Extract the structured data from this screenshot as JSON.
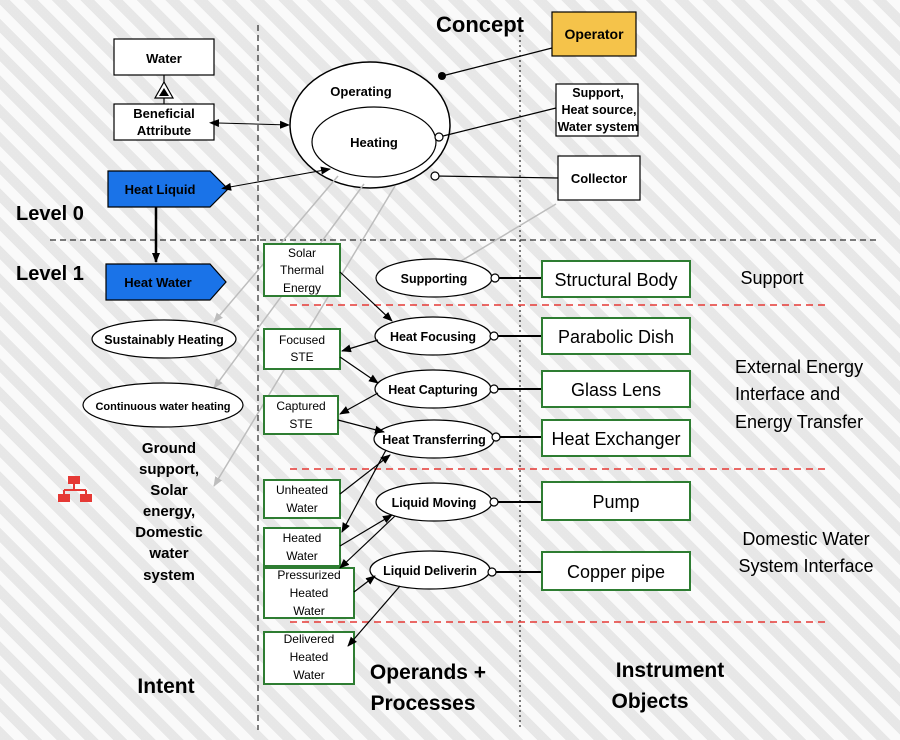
{
  "headers": {
    "concept": "Concept",
    "level0": "Level 0",
    "level1": "Level 1",
    "intent": "Intent",
    "operands_processes": [
      "Operands +",
      "Processes"
    ],
    "instrument_objects": [
      "Instrument",
      "Objects"
    ]
  },
  "top": {
    "water": "Water",
    "beneficial_attribute": [
      "Beneficial",
      "Attribute"
    ],
    "heat_liquid": "Heat Liquid",
    "heat_water": "Heat Water",
    "operating": "Operating",
    "heating": "Heating",
    "operator": "Operator",
    "support_box": [
      "Support,",
      "Heat source,",
      "Water system"
    ],
    "collector": "Collector"
  },
  "intent": {
    "sustainably_heating": "Sustainably Heating",
    "continuous_water_heating": "Continuous water heating",
    "ground_support": [
      "Ground",
      "support,",
      "Solar",
      "energy,",
      "Domestic",
      "water",
      "system"
    ]
  },
  "operands": {
    "solar_thermal_energy": [
      "Solar",
      "Thermal",
      "Energy"
    ],
    "focused_ste": [
      "Focused",
      "STE"
    ],
    "captured_ste": [
      "Captured",
      "STE"
    ],
    "unheated_water": [
      "Unheated",
      "Water"
    ],
    "heated_water": [
      "Heated",
      "Water"
    ],
    "pressurized_heated_water": [
      "Pressurized",
      "Heated",
      "Water"
    ],
    "delivered_heated_water": [
      "Delivered",
      "Heated",
      "Water"
    ]
  },
  "processes": {
    "supporting": "Supporting",
    "heat_focusing": "Heat Focusing",
    "heat_capturing": "Heat Capturing",
    "heat_transferring": "Heat Transferring",
    "liquid_moving": "Liquid Moving",
    "liquid_delivering": "Liquid Deliverin"
  },
  "instruments": {
    "structural_body": "Structural Body",
    "parabolic_dish": "Parabolic Dish",
    "glass_lens": "Glass Lens",
    "heat_exchanger": "Heat Exchanger",
    "pump": "Pump",
    "copper_pipe": "Copper pipe"
  },
  "groups": {
    "support": "Support",
    "external_energy": [
      "External Energy",
      "Interface and",
      "Energy Transfer"
    ],
    "domestic_water": [
      "Domestic Water",
      "System Interface"
    ]
  },
  "colors": {
    "operator_fill": "#f5c34a",
    "heat_liquid_fill": "#1a73e8",
    "operand_border": "#2e7d32",
    "instrument_border": "#2e7d32",
    "divider_red": "#e53935",
    "gray_link": "#bdbdbd",
    "icon_red": "#e53935"
  },
  "icons": {
    "hierarchy": "hierarchy-icon"
  }
}
